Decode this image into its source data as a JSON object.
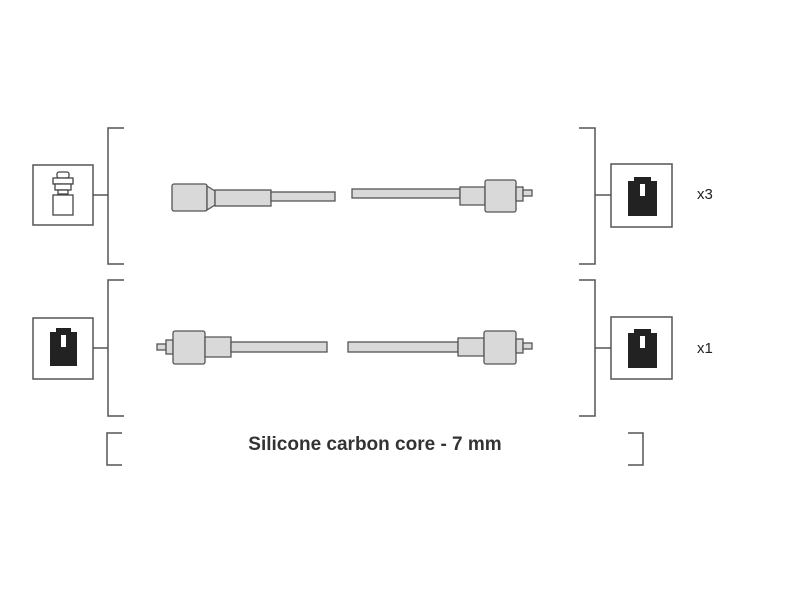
{
  "rows": [
    {
      "quantity": "x3",
      "left_connector": "spark-plug-cap-icon",
      "right_connector": "distributor-boot-icon"
    },
    {
      "quantity": "x1",
      "left_connector": "distributor-boot-icon",
      "right_connector": "distributor-boot-icon"
    }
  ],
  "footer": {
    "caption": "Silicone carbon core - 7 mm"
  },
  "colors": {
    "line": "#555555",
    "lead_fill": "#d9d9d9",
    "boot_fill": "#222222",
    "text": "#333333"
  }
}
